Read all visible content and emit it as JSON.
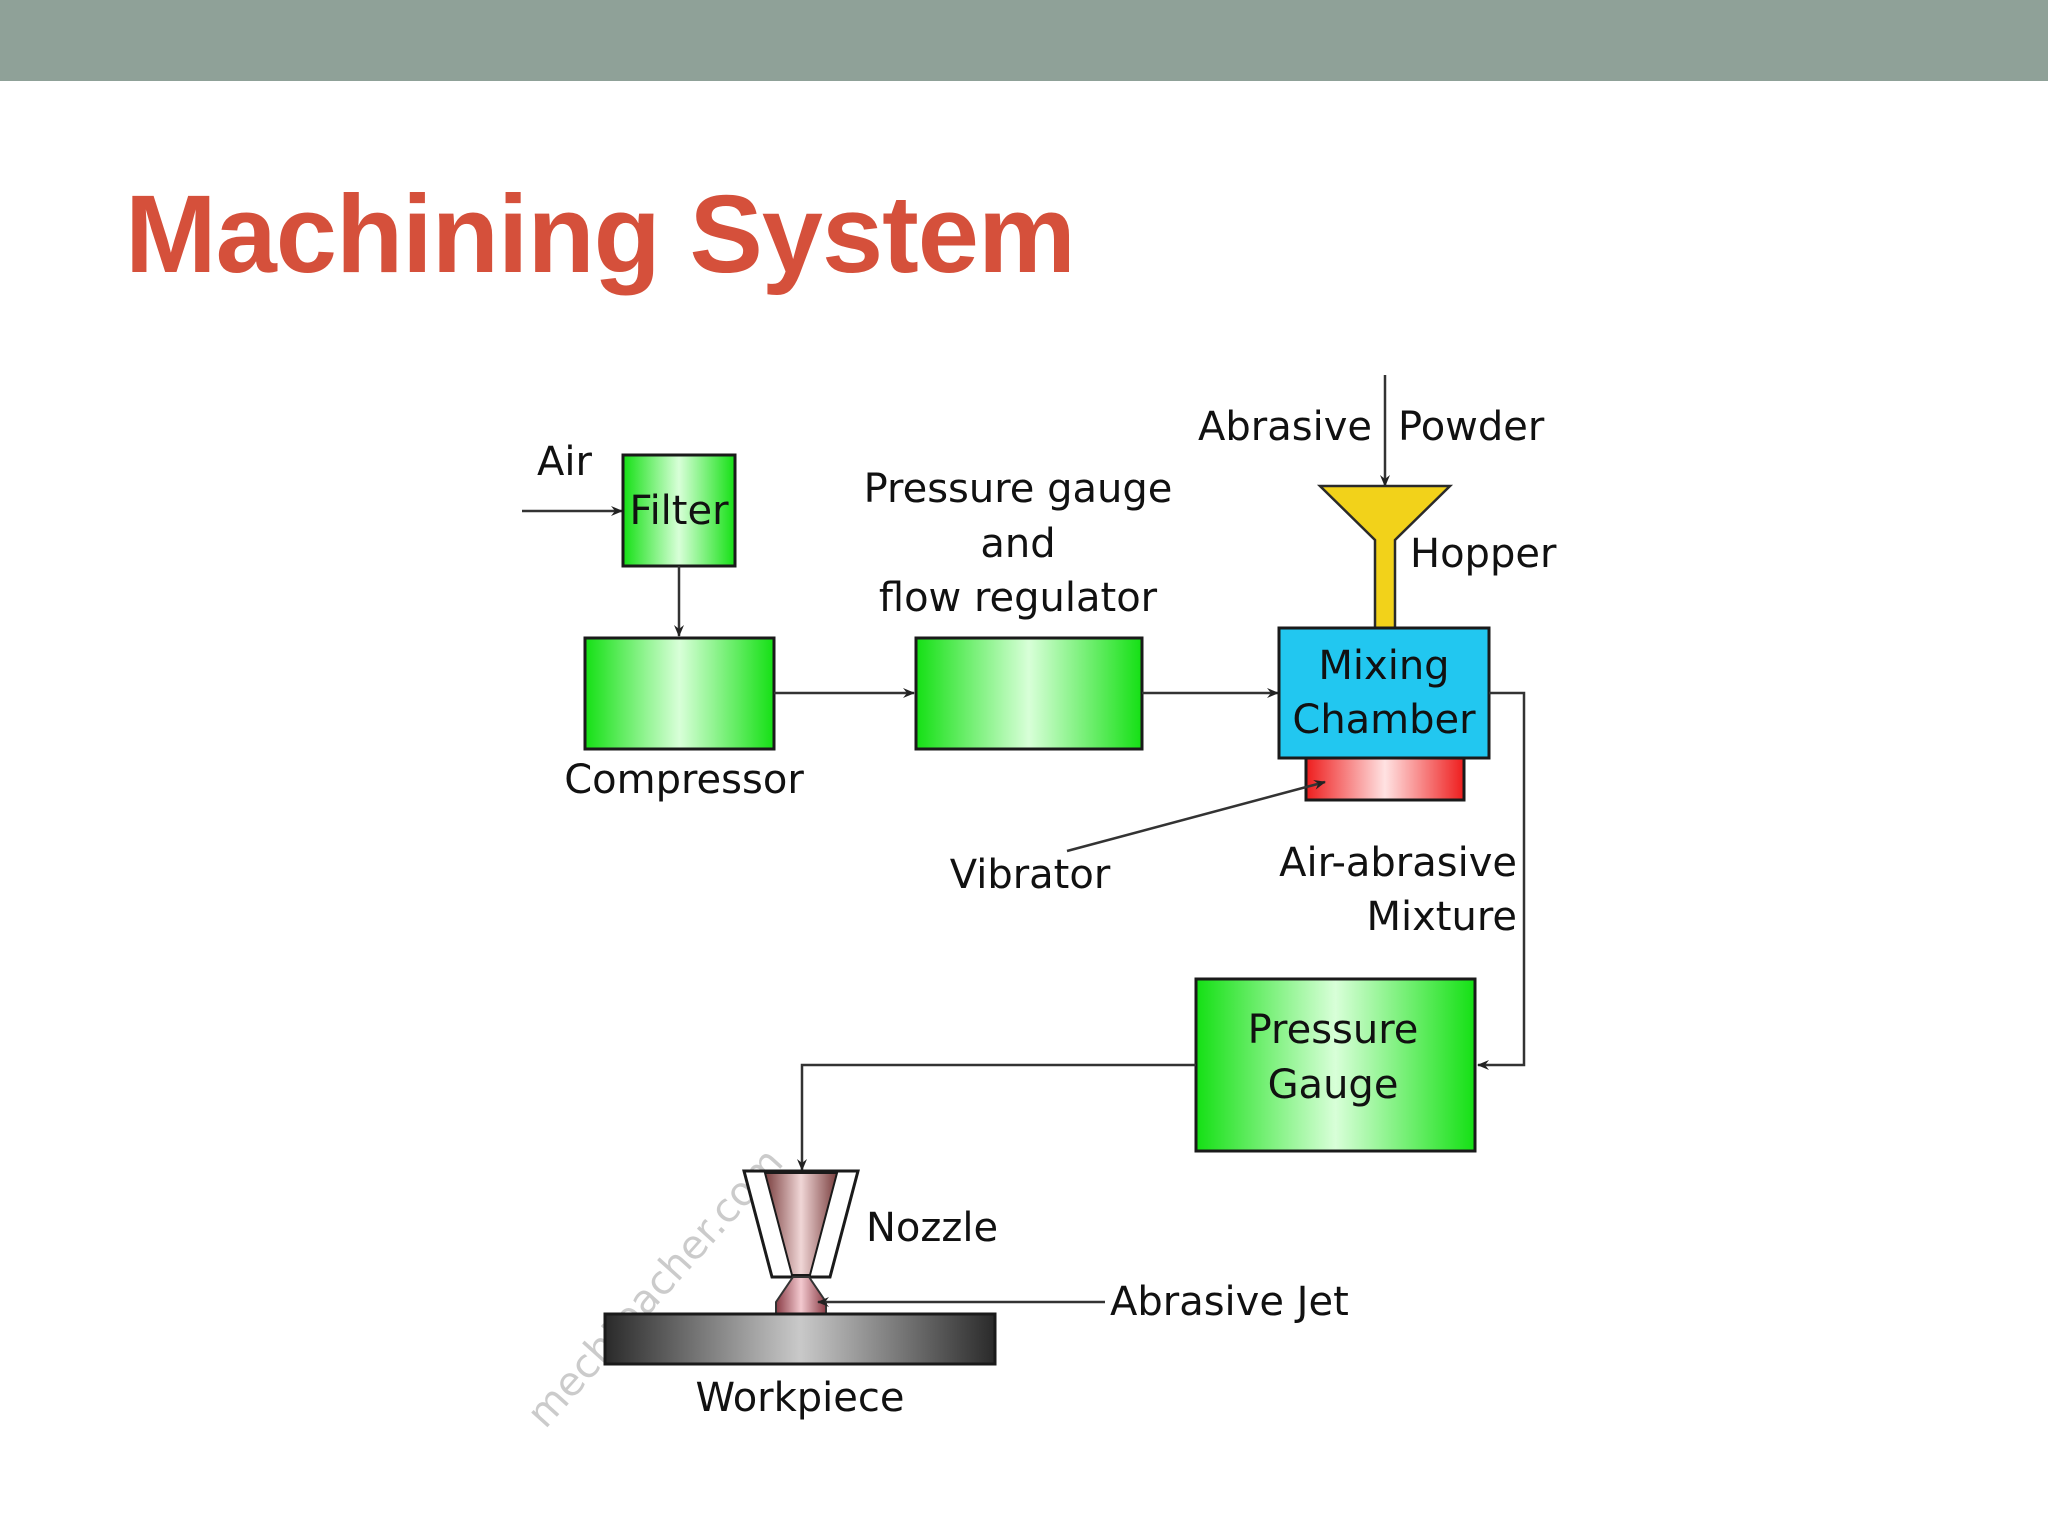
{
  "slide": {
    "title": "Machining System",
    "accent_color": "#d5503b",
    "top_bar_color": "#8fa198"
  },
  "diagram": {
    "labels": {
      "air": "Air",
      "filter": "Filter",
      "compressor": "Compressor",
      "pressure_gauge_flow_regulator": [
        "Pressure gauge",
        "and",
        "flow regulator"
      ],
      "abrasive_powder": [
        "Abrasive",
        "Powder"
      ],
      "hopper": "Hopper",
      "mixing_chamber": [
        "Mixing",
        "Chamber"
      ],
      "vibrator": "Vibrator",
      "air_abrasive_mixture": [
        "Air-abrasive",
        "Mixture"
      ],
      "pressure_gauge": [
        "Pressure",
        "Gauge"
      ],
      "nozzle": "Nozzle",
      "abrasive_jet": "Abrasive Jet",
      "workpiece": "Workpiece"
    },
    "colors": {
      "green_box": "#22e022",
      "mixing_chamber": "#22c7f0",
      "hopper": "#f2d21a",
      "vibrator": "#ee2222",
      "nozzle": "#8a4a4a",
      "workpiece": "#333333"
    }
  },
  "watermark": "mechteacher.com"
}
